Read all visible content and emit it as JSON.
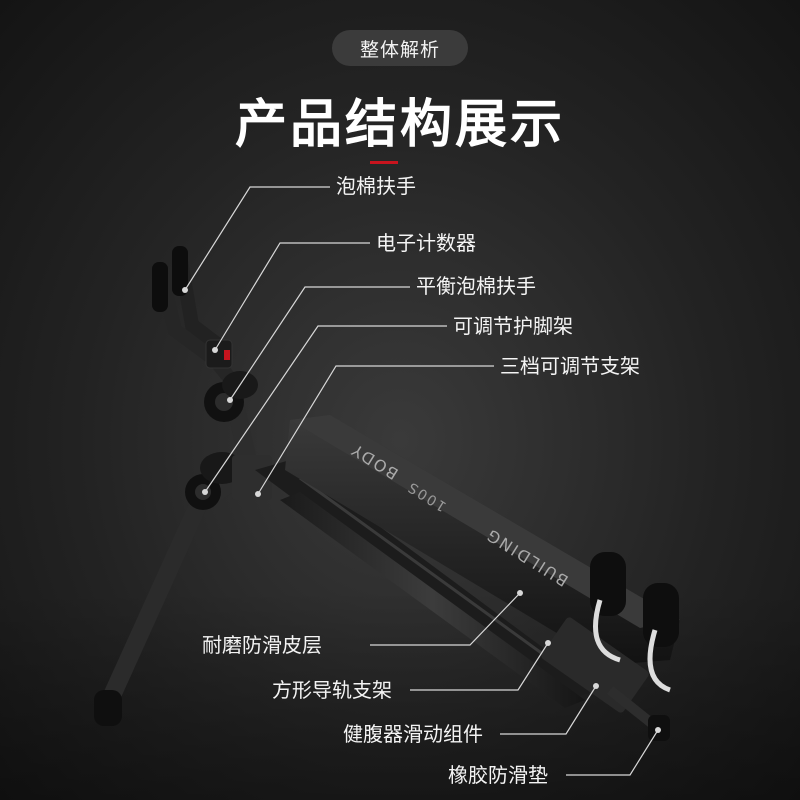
{
  "badge": "整体解析",
  "title": "产品结构展示",
  "labels": {
    "foam_handle": "泡棉扶手",
    "counter": "电子计数器",
    "balance_handle": "平衡泡棉扶手",
    "foot_rack": "可调节护脚架",
    "bracket": "三档可调节支架",
    "leather": "耐磨防滑皮层",
    "rail": "方形导轨支架",
    "slide": "健腹器滑动组件",
    "pad": "橡胶防滑垫"
  },
  "bench_text": {
    "brand1": "BODY",
    "brand2": "BUILDING",
    "model": "100S"
  },
  "colors": {
    "accent": "#c8141e"
  }
}
